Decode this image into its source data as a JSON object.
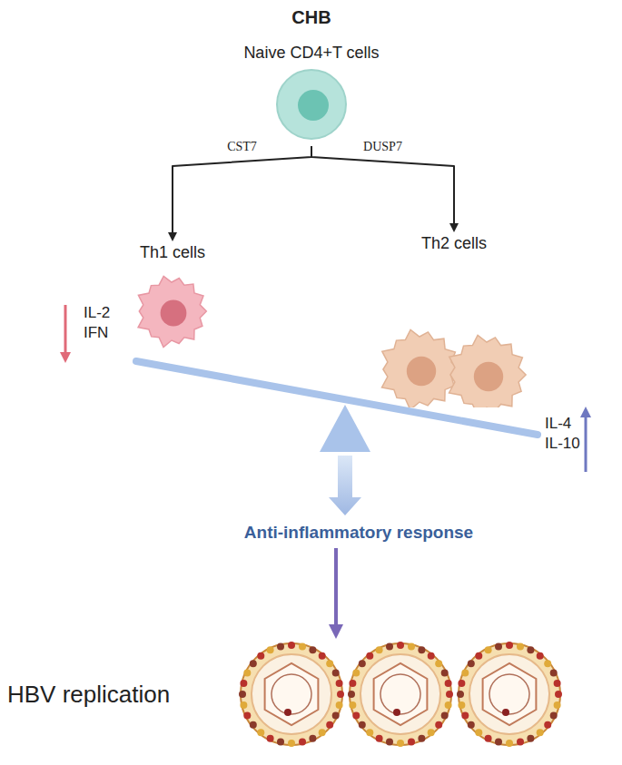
{
  "diagram": {
    "title": "CHB",
    "nodes": [
      {
        "text": [
          "Naive CD4+T cells"
        ]
      },
      {
        "text": [
          "Th1 cells"
        ]
      },
      {
        "text": [
          "Th2 cells"
        ]
      },
      {
        "text": [
          "Anti-inflammatory response"
        ]
      },
      {
        "text": [
          "HBV replication"
        ]
      }
    ],
    "edges": [
      {
        "from": 0,
        "to": 1,
        "label": "CST7",
        "arrow": "to"
      },
      {
        "from": 0,
        "to": 2,
        "label": "DUSP7",
        "arrow": "to"
      },
      {
        "from": 3,
        "to": 4,
        "arrow": "to"
      }
    ],
    "labels": [
      "IL-2 IFN",
      "IL-4 IL-10"
    ]
  }
}
